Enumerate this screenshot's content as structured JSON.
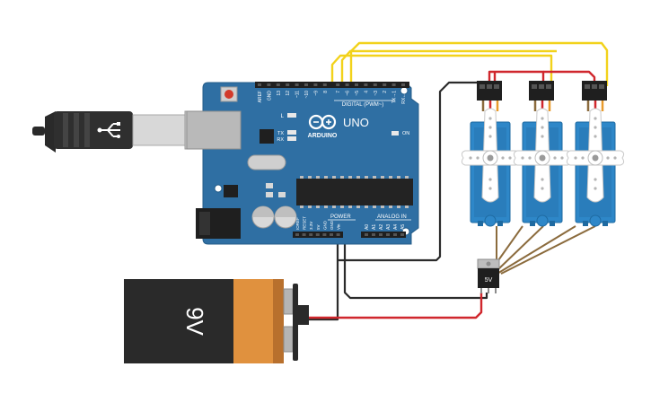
{
  "arduino": {
    "brand": "ARDUINO",
    "model": "UNO",
    "digital_header": "DIGITAL (PWM~)",
    "power_header": "POWER",
    "analog_header": "ANALOG IN",
    "led_l": "L",
    "led_tx": "TX",
    "led_rx": "RX",
    "led_on": "ON",
    "digital_pins": [
      "AREF",
      "GND",
      "13",
      "12",
      "~11",
      "~10",
      "~9",
      "8",
      "7",
      "~6",
      "~5",
      "4",
      "~3",
      "2",
      "TX→1",
      "RX←0"
    ],
    "power_pins": [
      "IOREF",
      "RESET",
      "3.3V",
      "5V",
      "GND",
      "GND",
      "Vin"
    ],
    "analog_pins": [
      "A0",
      "A1",
      "A2",
      "A3",
      "A4",
      "A5"
    ]
  },
  "battery": {
    "label": "9V"
  },
  "regulator": {
    "label": "5V"
  },
  "colors": {
    "board": "#2f6fa3",
    "servo": "#2e87c8",
    "wire_signal": "#f2d21b",
    "wire_power": "#d0272d",
    "wire_ground": "#2b2b2b",
    "wire_servo_ground": "#8b6b3d",
    "battery_body": "#2a2a2a",
    "battery_band": "#e0913e"
  },
  "icons": [
    "usb-cable-icon",
    "servo-motor-icon",
    "voltage-regulator-icon",
    "battery-icon",
    "reset-button-icon"
  ]
}
